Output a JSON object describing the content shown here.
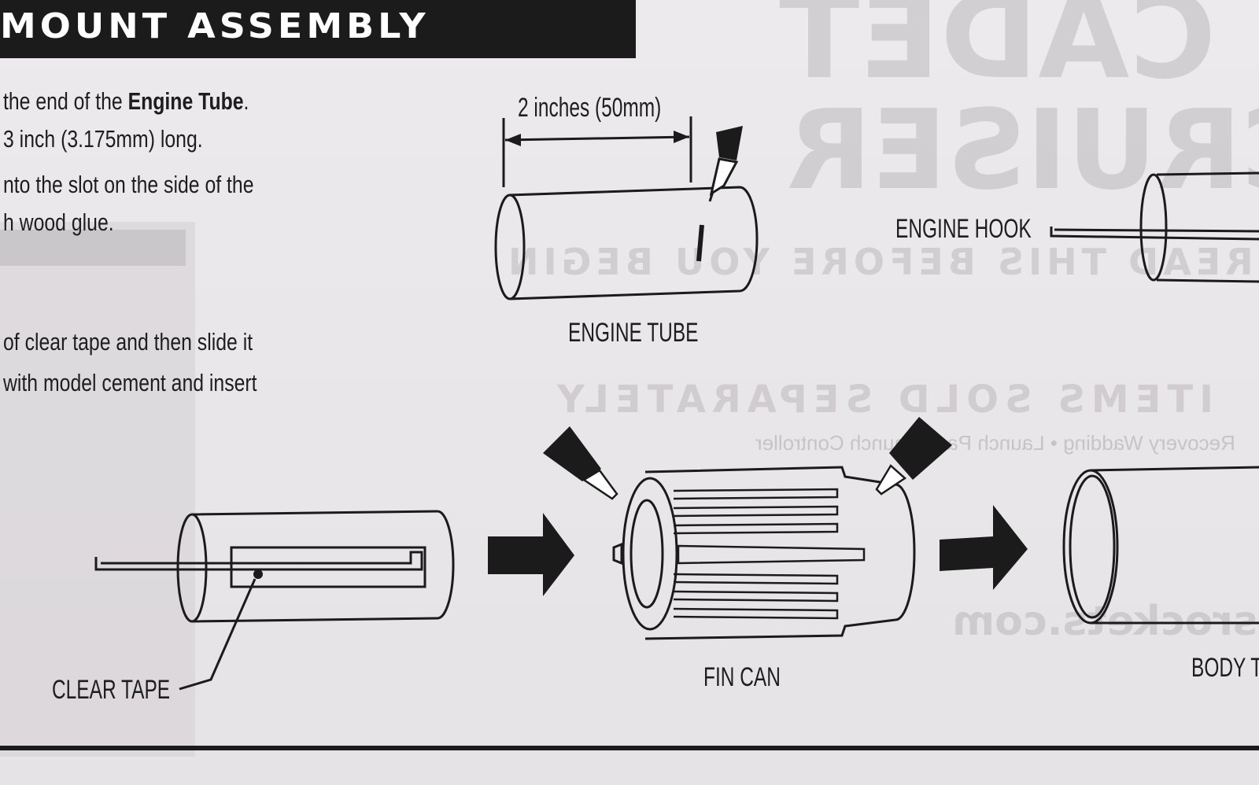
{
  "header": {
    "title": "MOUNT ASSEMBLY"
  },
  "instructions": {
    "line1": {
      "pre": "the end of the ",
      "bold": "Engine Tube",
      "post": "."
    },
    "line2": "3 inch (3.175mm) long.",
    "line3": "nto the slot on the side of the",
    "line4": "h wood glue.",
    "line5": "of clear tape and then slide it",
    "line6": "with model cement and insert"
  },
  "labels": {
    "measure": "2 inches (50mm)",
    "engine_tube": "ENGINE TUBE",
    "engine_hook": "ENGINE HOOK",
    "clear_tape": "CLEAR TAPE",
    "fin_can": "FIN CAN",
    "body_tube": "BODY T"
  },
  "background_print": {
    "brand_line1": "CADET",
    "brand_line2": "CRUISER",
    "reverse_line1": "READ THIS BEFORE YOU BEGIN",
    "reverse_line2": "ITEMS SOLD SEPARATELY",
    "reverse_line3": "Recovery Wadding • Launch Pad • Launch Controller",
    "website": "estesrockets.com"
  },
  "colors": {
    "ink": "#1b1b1b",
    "paper": "#e9e6e8"
  }
}
